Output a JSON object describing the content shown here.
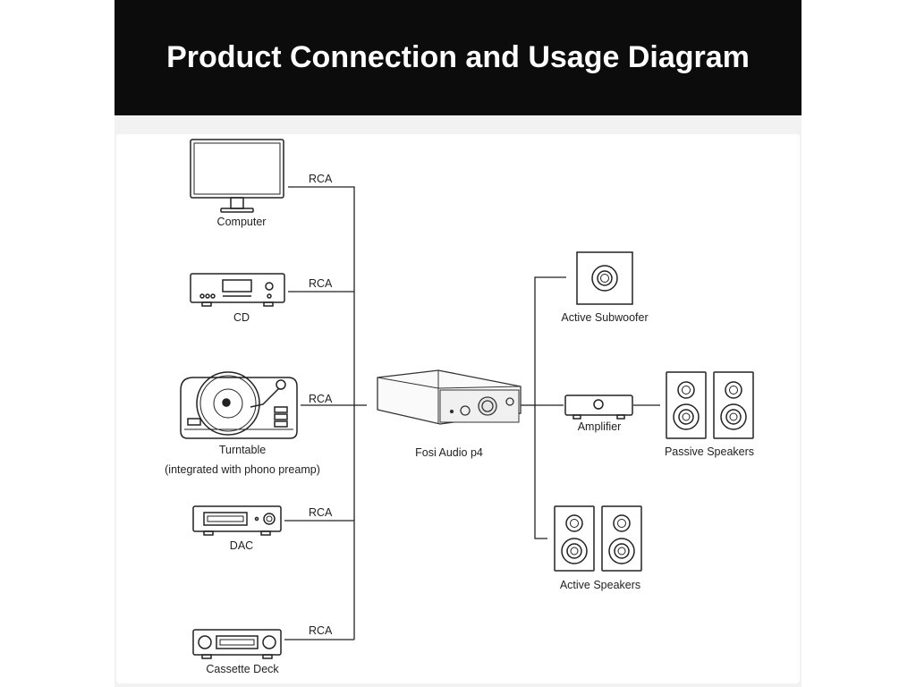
{
  "header": {
    "title": "Product Connection and Usage Diagram"
  },
  "sources": [
    {
      "label": "Computer",
      "icon": "monitor-icon"
    },
    {
      "label": "CD",
      "icon": "cd-player-icon"
    },
    {
      "label": "Turntable",
      "sublabel": "(integrated with phono preamp)",
      "icon": "turntable-icon"
    },
    {
      "label": "DAC",
      "icon": "dac-icon"
    },
    {
      "label": "Cassette Deck",
      "icon": "cassette-deck-icon"
    }
  ],
  "cable_label": "RCA",
  "hub": {
    "label": "Fosi Audio p4",
    "icon": "preamp-icon"
  },
  "outputs": {
    "subwoofer": {
      "label": "Active Subwoofer",
      "icon": "subwoofer-icon"
    },
    "amplifier": {
      "label": "Amplifier",
      "icon": "amplifier-icon"
    },
    "passive_speakers": {
      "label": "Passive Speakers",
      "icon": "passive-speakers-icon"
    },
    "active_speakers": {
      "label": "Active Speakers",
      "icon": "active-speakers-icon"
    }
  },
  "colors": {
    "header_bg": "#0c0c0c",
    "header_text": "#ffffff",
    "line": "#222222",
    "panel_bg": "#f2f2f2"
  }
}
